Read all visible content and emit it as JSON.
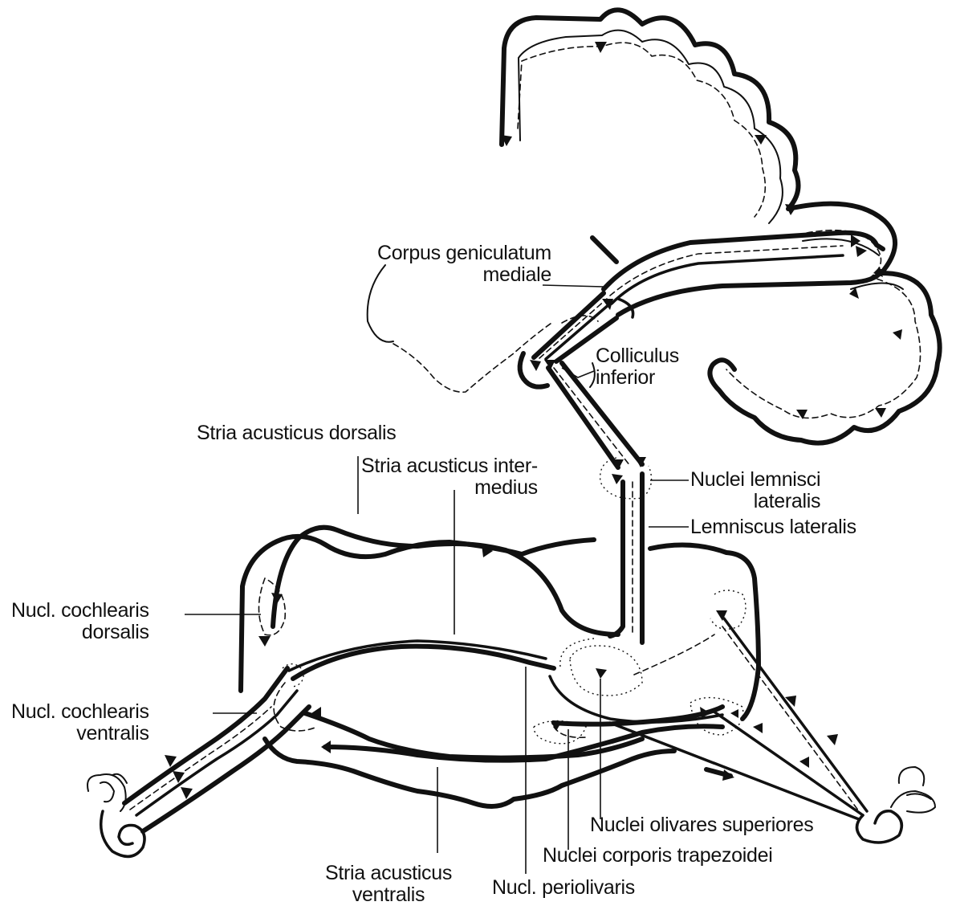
{
  "labels": {
    "corpus_geniculatum": [
      "Corpus geniculatum",
      "mediale"
    ],
    "colliculus": [
      "Colliculus",
      "inferior"
    ],
    "stria_dorsalis": "Stria acusticus dorsalis",
    "stria_intermedius": [
      "Stria acusticus inter-",
      "medius"
    ],
    "nuclei_lemnisci": [
      "Nuclei lemnisci",
      "lateralis"
    ],
    "lemniscus": "Lemniscus lateralis",
    "nucl_cochlearis_dorsalis": [
      "Nucl. cochlearis",
      "dorsalis"
    ],
    "nucl_cochlearis_ventralis": [
      "Nucl. cochlearis",
      "ventralis"
    ],
    "nuclei_olivares": "Nuclei olivares superiores",
    "nuclei_corporis": "Nuclei corporis trapezoidei",
    "stria_ventralis": [
      "Stria acusticus",
      "ventralis"
    ],
    "nucl_periolivaris": "Nucl. periolivaris"
  },
  "icons": [
    "cortex-outline",
    "thalamus-outline",
    "brainstem-outline",
    "cochlea-left-icon",
    "cochlea-right-icon"
  ],
  "colors": {
    "ink": "#111111",
    "paper": "#ffffff"
  }
}
